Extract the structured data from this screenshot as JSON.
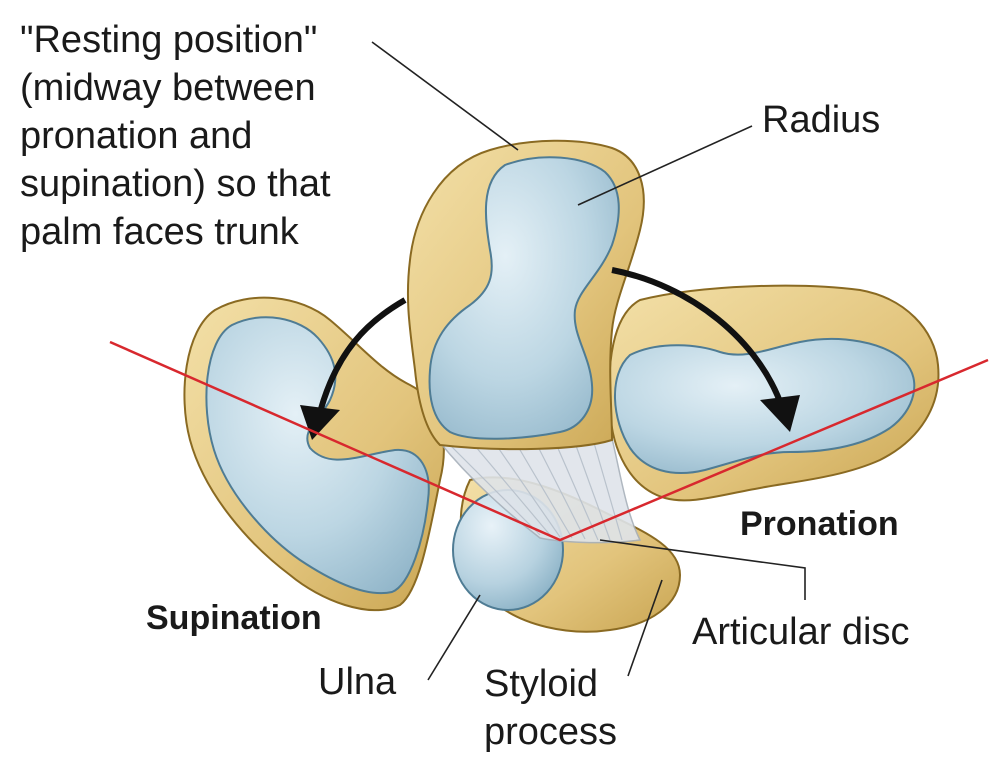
{
  "labels": {
    "resting_position": [
      "\"Resting position\"",
      "(midway between",
      "pronation and",
      "supination) so that",
      "palm faces trunk"
    ],
    "radius": "Radius",
    "pronation": "Pronation",
    "supination": "Supination",
    "articular_disc": "Articular disc",
    "ulna": "Ulna",
    "styloid_process": [
      "Styloid",
      "process"
    ]
  },
  "colors": {
    "bone_outer": "#e8cf8f",
    "bone_outer_stroke": "#8a6a22",
    "cartilage": "#bcd6e3",
    "cartilage_stroke": "#4f7c94",
    "plane_line": "#d8282e",
    "arrow": "#111111",
    "leader_line": "#222222"
  }
}
